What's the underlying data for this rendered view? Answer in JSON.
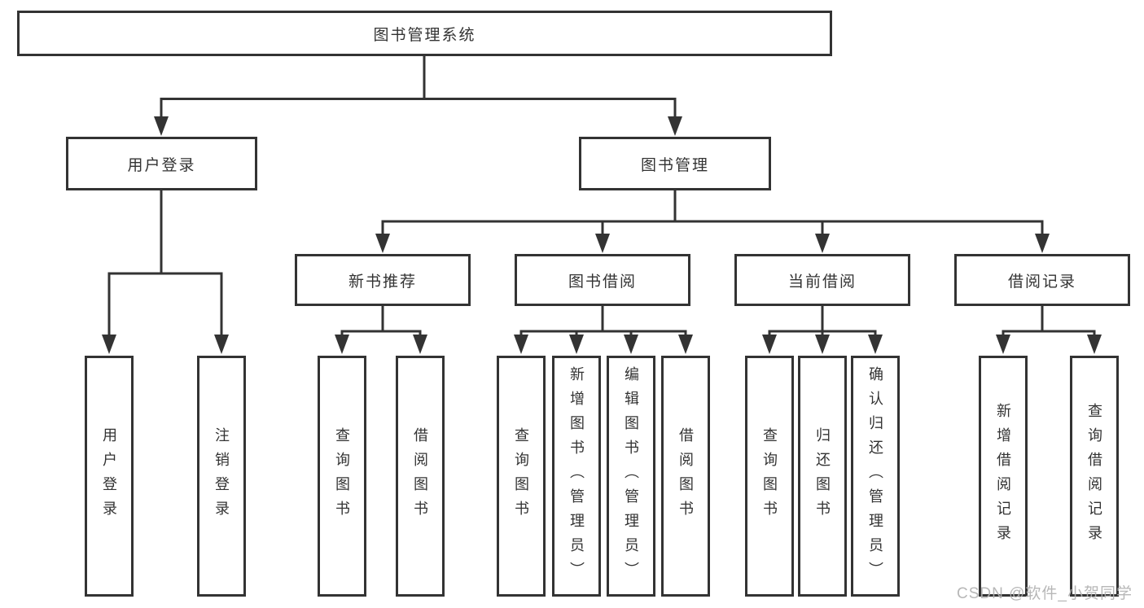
{
  "tree": {
    "root": {
      "label": "图书管理系统",
      "children": [
        {
          "label": "用户登录",
          "children": [
            {
              "label": "用户登录"
            },
            {
              "label": "注销登录"
            }
          ]
        },
        {
          "label": "图书管理",
          "children": [
            {
              "label": "新书推荐",
              "children": [
                {
                  "label": "查询图书"
                },
                {
                  "label": "借阅图书"
                }
              ]
            },
            {
              "label": "图书借阅",
              "children": [
                {
                  "label": "查询图书"
                },
                {
                  "label": "新增图书（管理员）"
                },
                {
                  "label": "编辑图书（管理员）"
                },
                {
                  "label": "借阅图书"
                }
              ]
            },
            {
              "label": "当前借阅",
              "children": [
                {
                  "label": "查询图书"
                },
                {
                  "label": "归还图书"
                },
                {
                  "label": "确认归还（管理员）"
                }
              ]
            },
            {
              "label": "借阅记录",
              "children": [
                {
                  "label": "新增借阅记录"
                },
                {
                  "label": "查询借阅记录"
                }
              ]
            }
          ]
        }
      ]
    }
  },
  "colors": {
    "line": "#333333",
    "text": "#333333",
    "watermark": "#b1b1b1"
  },
  "watermark": "CSDN @软件_小贺同学"
}
